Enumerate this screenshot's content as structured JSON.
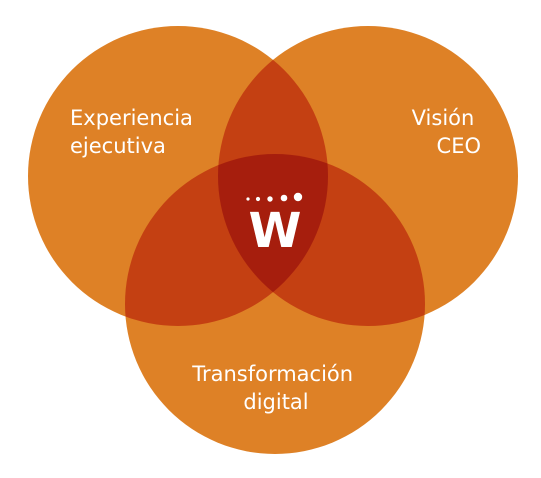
{
  "diagram": {
    "sets": [
      {
        "id": "experiencia",
        "lines": [
          "Experiencia",
          "ejecutiva"
        ]
      },
      {
        "id": "vision",
        "lines": [
          "Visión",
          "CEO"
        ]
      },
      {
        "id": "transformacion",
        "lines": [
          "Transformación",
          "digital"
        ]
      }
    ],
    "center_logo": {
      "icon": "w-logo-icon",
      "letter": "W"
    }
  },
  "colors": {
    "circle": "#DE8126",
    "pair_overlap": "#C44012",
    "triple_overlap": "#A61E0D",
    "label_text": "#FFFFFF",
    "logo_mark": "#FFFFFF"
  }
}
